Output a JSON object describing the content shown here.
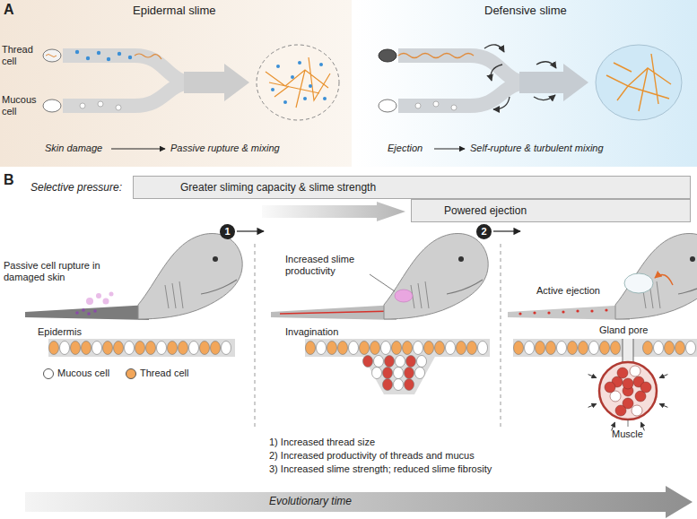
{
  "diagram": {
    "nodes": [
      {
        "text": [
          "Greater sliming capacity & slime strength"
        ]
      },
      {
        "text": [
          "Powered ejection"
        ]
      }
    ],
    "labels": [
      "A",
      "Epidermal slime",
      "Thread cell",
      "Mucous cell",
      "Skin damage",
      "Passive rupture & mixing",
      "Defensive slime",
      "Ejection",
      "Self-rupture & turbulent mixing",
      "B",
      "Selective pressure:",
      "1",
      "2",
      "Passive cell rupture in damaged skin",
      "Increased slime productivity",
      "Active ejection",
      "Epidermis",
      "Invagination",
      "Gland pore",
      "Muscle",
      "1) Increased thread size",
      "2) Increased productivity of threads and mucus",
      "3) Increased slime strength; reduced slime fibrosity",
      "Evolutionary time"
    ],
    "legend": [
      {
        "text": "Mucous cell",
        "color": "#ffffff"
      },
      {
        "text": "Thread cell",
        "color": "#f2a65a"
      }
    ]
  }
}
